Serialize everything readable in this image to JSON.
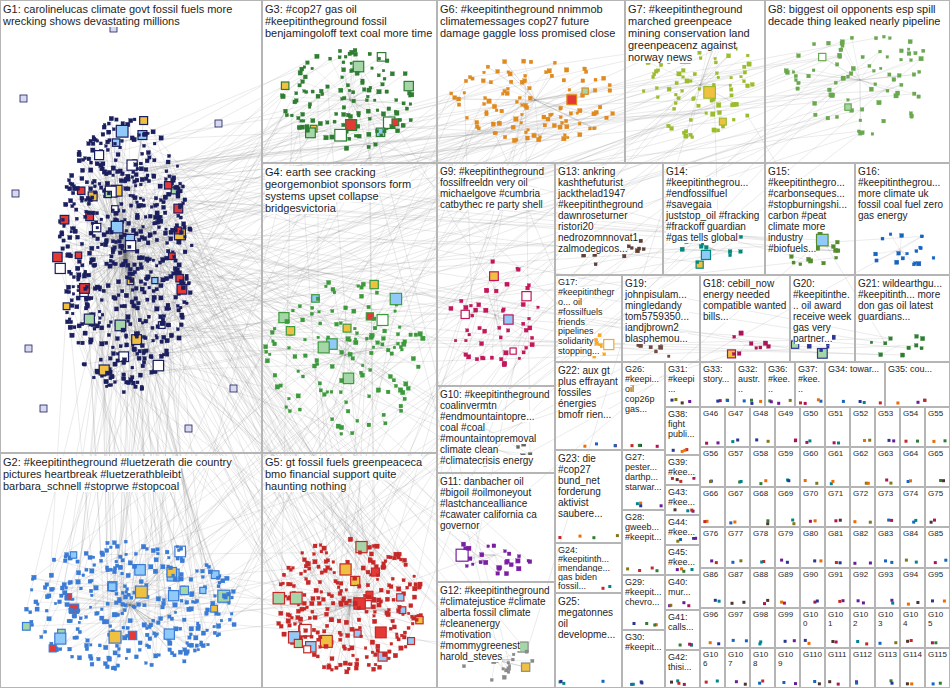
{
  "diagram": {
    "nodes": [
      {
        "text": [
          "G1: carolinelucas climate govt fossil fuels more wrecking shows devastating millions"
        ]
      },
      {
        "text": [
          "G2: #keepitintheground #luetzerath die country pictures heartbreak #luetzerathbleibt barbara_schnell #stoprwe #stopcoal"
        ]
      },
      {
        "text": [
          "G3: #cop27 gas oil #keepitintheground fossil benjamingoloff text coal more time"
        ]
      },
      {
        "text": [
          "G4: earth see cracking georgemonbiot sponsors form systems upset collapse bridgesvictoria"
        ]
      },
      {
        "text": [
          "G5: gt fossil fuels greenpeaceca bmo financial support quite haunting nothing"
        ]
      },
      {
        "text": [
          "G6: #keepitintheground nnimmob climatemessages cop27 future damage gaggle loss promised close"
        ]
      },
      {
        "text": [
          "G7: #keepitintheground marched greenpeace mining conservation land greenpeacenz against norway news"
        ]
      },
      {
        "text": [
          "G8: biggest oil opponents esp spill decade thing leaked nearly pipeline"
        ]
      },
      {
        "text": [
          "G9: #keepitintheground fossilfreeldn very oil michaelgove #cumbria catbythec re party shell"
        ]
      },
      {
        "text": [
          "G10: #keepitintheground coalinvermtn #endmountaintopre... coal #coal #mountaintopremoval climate clean #climatecrisis energy"
        ]
      },
      {
        "text": [
          "G11: danbacher oil #bigoil #oilmoneyout #lastchancealliance #cawater california ca governor"
        ]
      },
      {
        "text": [
          "G12: #keepitintheground #climatejustice #climate alberta fossil climate #cleanenergy #motivation #mommygreenest harold_steves"
        ]
      },
      {
        "text": [
          "G13: ankring kashthefuturist jackthelad1947 #keepitintheground dawnroseturner ristori20 nedrozomnnovat1 zalmodegicos..."
        ]
      },
      {
        "text": [
          "G14: #keepitinthegrou... #endfossilfuel #savegaia juststop_oil #fracking #frackoff guardian #gas tells global"
        ]
      },
      {
        "text": [
          "G15: #keepitinthegro... #carbonseques... #stopburningshi... carbon #peat climate more industry #biofuels..."
        ]
      },
      {
        "text": [
          "G16: #keepitinthegrou... more climate uk fossil coal fuel zero gas energy"
        ]
      },
      {
        "text": [
          "G17: #keepitinthegro... oil #fossilfuels friends pipelines solidarity stopping..."
        ]
      },
      {
        "text": [
          "G19: johnpisulam... mingledandy tom5759350... iandjbrown2 blasphemou..."
        ]
      },
      {
        "text": [
          "G18: cebill_now energy needed compatible wanted bills..."
        ]
      },
      {
        "text": [
          "G20: #keepitinthe... oil award receive week gas very partner..."
        ]
      },
      {
        "text": [
          "G21: wildearthgu... #keepitinth... more don gas oil latest guardians..."
        ]
      },
      {
        "text": [
          "G22: aux gt plus effrayant fossiles énergies bmofr rien..."
        ]
      },
      {
        "text": [
          "G23: die #cop27 bund_net forderung aktivist saubere..."
        ]
      },
      {
        "text": [
          "G24: #keepitinth... imendange... gas biden fossil..."
        ]
      },
      {
        "text": [
          "G25: megatonnes oil developme..."
        ]
      },
      {
        "text": [
          "G26: #keepi... oil cop26p gas..."
        ]
      },
      {
        "text": [
          "G27: pester... darthp... starwar..."
        ]
      },
      {
        "text": [
          "G28: gweeb... #keepit..."
        ]
      },
      {
        "text": [
          "G29: #keepit... chevro..."
        ]
      },
      {
        "text": [
          "G30: #keepit..."
        ]
      },
      {
        "text": [
          "G31: #keepi..."
        ]
      },
      {
        "text": [
          "G33: story..."
        ]
      },
      {
        "text": [
          "G32: austr..."
        ]
      },
      {
        "text": [
          "G36: #kee..."
        ]
      },
      {
        "text": [
          "G37: #kee..."
        ]
      },
      {
        "text": [
          "G34: towar..."
        ]
      },
      {
        "text": [
          "G35: cou..."
        ]
      },
      {
        "text": [
          "G38: fight publi..."
        ]
      },
      {
        "text": [
          "G39: #kee..."
        ]
      },
      {
        "text": [
          "G43: #kee..."
        ]
      },
      {
        "text": [
          "G44: #kee..."
        ]
      },
      {
        "text": [
          "G45: #kee..."
        ]
      },
      {
        "text": [
          "G40: mur..."
        ]
      },
      {
        "text": [
          "G41: calls..."
        ]
      },
      {
        "text": [
          "G42: thisi..."
        ]
      },
      {
        "text": [
          "G46"
        ]
      },
      {
        "text": [
          "G47"
        ]
      },
      {
        "text": [
          "G48"
        ]
      },
      {
        "text": [
          "G49"
        ]
      },
      {
        "text": [
          "G50"
        ]
      },
      {
        "text": [
          "G51"
        ]
      },
      {
        "text": [
          "G52"
        ]
      },
      {
        "text": [
          "G53"
        ]
      },
      {
        "text": [
          "G54"
        ]
      },
      {
        "text": [
          "G55"
        ]
      },
      {
        "text": [
          "G56"
        ]
      },
      {
        "text": [
          "G57"
        ]
      },
      {
        "text": [
          "G58"
        ]
      },
      {
        "text": [
          "G59"
        ]
      },
      {
        "text": [
          "G60"
        ]
      },
      {
        "text": [
          "G61"
        ]
      },
      {
        "text": [
          "G62"
        ]
      },
      {
        "text": [
          "G63"
        ]
      },
      {
        "text": [
          "G64"
        ]
      },
      {
        "text": [
          "G65"
        ]
      },
      {
        "text": [
          "G66"
        ]
      },
      {
        "text": [
          "G67"
        ]
      },
      {
        "text": [
          "G68"
        ]
      },
      {
        "text": [
          "G69"
        ]
      },
      {
        "text": [
          "G70"
        ]
      },
      {
        "text": [
          "G71"
        ]
      },
      {
        "text": [
          "G72"
        ]
      },
      {
        "text": [
          "G73"
        ]
      },
      {
        "text": [
          "G74"
        ]
      },
      {
        "text": [
          "G75"
        ]
      },
      {
        "text": [
          "G76"
        ]
      },
      {
        "text": [
          "G77"
        ]
      },
      {
        "text": [
          "G78"
        ]
      },
      {
        "text": [
          "G79"
        ]
      },
      {
        "text": [
          "G80"
        ]
      },
      {
        "text": [
          "G81"
        ]
      },
      {
        "text": [
          "G82"
        ]
      },
      {
        "text": [
          "G83"
        ]
      },
      {
        "text": [
          "G84"
        ]
      },
      {
        "text": [
          "G85"
        ]
      },
      {
        "text": [
          "G86"
        ]
      },
      {
        "text": [
          "G87"
        ]
      },
      {
        "text": [
          "G88"
        ]
      },
      {
        "text": [
          "G89"
        ]
      },
      {
        "text": [
          "G90"
        ]
      },
      {
        "text": [
          "G91"
        ]
      },
      {
        "text": [
          "G92"
        ]
      },
      {
        "text": [
          "G93"
        ]
      },
      {
        "text": [
          "G94"
        ]
      },
      {
        "text": [
          "G95"
        ]
      },
      {
        "text": [
          "G96"
        ]
      },
      {
        "text": [
          "G97"
        ]
      },
      {
        "text": [
          "G98"
        ]
      },
      {
        "text": [
          "G99"
        ]
      },
      {
        "text": [
          "G100"
        ]
      },
      {
        "text": [
          "G101"
        ]
      },
      {
        "text": [
          "G102"
        ]
      },
      {
        "text": [
          "G103"
        ]
      },
      {
        "text": [
          "G104"
        ]
      },
      {
        "text": [
          "G105"
        ]
      },
      {
        "text": [
          "G106"
        ]
      },
      {
        "text": [
          "G107"
        ]
      },
      {
        "text": [
          "G108"
        ]
      },
      {
        "text": [
          "G109"
        ]
      },
      {
        "text": [
          "G110"
        ]
      },
      {
        "text": [
          "G111"
        ]
      },
      {
        "text": [
          "G112"
        ]
      },
      {
        "text": [
          "G113"
        ]
      },
      {
        "text": [
          "G114"
        ]
      },
      {
        "text": [
          "G115"
        ]
      }
    ]
  }
}
